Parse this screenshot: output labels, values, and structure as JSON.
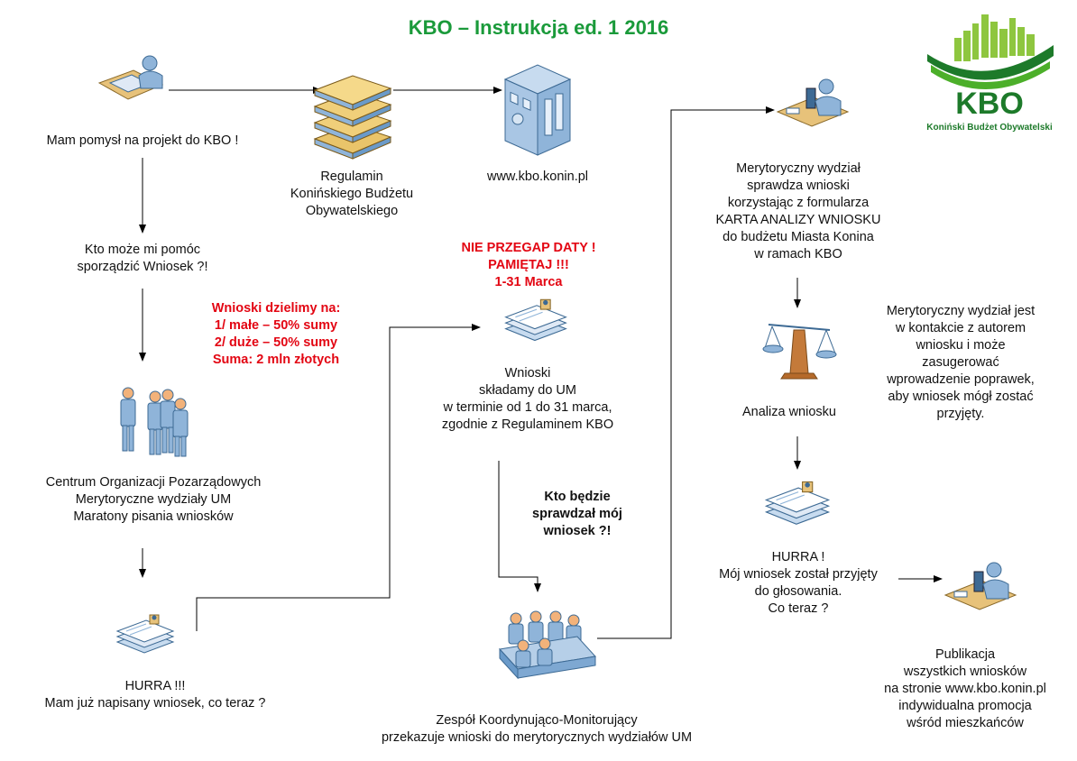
{
  "title": "KBO – Instrukcja ed. 1 2016",
  "logo": {
    "letters": "KBO",
    "subtitle": "Koniński Budżet Obywatelski",
    "colors": {
      "green": "#4caf2a",
      "dark_green": "#1d7a2a",
      "bars": "#8ec63f"
    }
  },
  "nodes": {
    "idea": {
      "lines": [
        "Mam pomysł na projekt do KBO !"
      ]
    },
    "regulamin": {
      "lines": [
        "Regulamin",
        "Konińskiego Budżetu",
        "Obywatelskiego"
      ]
    },
    "website": {
      "lines": [
        "www.kbo.konin.pl"
      ]
    },
    "help": {
      "lines": [
        "Kto może mi pomóc",
        "sporządzić Wniosek ?!"
      ]
    },
    "split": {
      "lines": [
        "Wnioski dzielimy na:",
        "1/ małe – 50% sumy",
        "2/ duże – 50% sumy",
        "Suma: 2 mln złotych"
      ]
    },
    "centers": {
      "lines": [
        "Centrum Organizacji Pozarządowych",
        "Merytoryczne wydziały UM",
        "Maratony pisania wniosków"
      ]
    },
    "written": {
      "lines": [
        "HURRA !!!",
        "Mam już napisany wniosek, co teraz ?"
      ]
    },
    "deadline": {
      "lines": [
        "NIE PRZEGAP DATY !",
        "PAMIĘTAJ !!!",
        "1-31 Marca"
      ]
    },
    "submit": {
      "lines": [
        "Wnioski",
        "składamy do UM",
        "w terminie od 1 do 31 marca,",
        "zgodnie z Regulaminem KBO"
      ]
    },
    "who_checks": {
      "lines": [
        "Kto będzie",
        "sprawdzał mój",
        "wniosek ?!"
      ]
    },
    "team": {
      "lines": [
        "Zespół Koordynująco-Monitorujący",
        "przekazuje wnioski do merytorycznych wydziałów UM"
      ]
    },
    "dept_check": {
      "lines": [
        "Merytoryczny wydział",
        "sprawdza wnioski",
        "korzystając z formularza",
        "KARTA ANALIZY WNIOSKU",
        "do budżetu Miasta Konina",
        "w ramach KBO"
      ]
    },
    "contact": {
      "lines": [
        "Merytoryczny wydział jest",
        "w kontakcie z autorem",
        "wniosku i może",
        "zasugerować",
        "wprowadzenie poprawek,",
        "aby wniosek mógł zostać",
        "przyjęty."
      ]
    },
    "analysis": {
      "lines": [
        "Analiza wniosku"
      ]
    },
    "accepted": {
      "lines": [
        "HURRA !",
        "Mój wniosek został przyjęty",
        "do głosowania.",
        "Co teraz ?"
      ]
    },
    "publication": {
      "lines": [
        "Publikacja",
        "wszystkich wniosków",
        "na stronie www.kbo.konin.pl",
        "indywidualna promocja",
        "wśród mieszkańców"
      ]
    }
  },
  "icons": {
    "idea": "person-at-computer-icon",
    "regulamin": "documents-stack-icon",
    "website": "building-icon",
    "centers": "people-group-icon",
    "written": "document-form-icon",
    "submit": "document-form-icon",
    "team": "meeting-table-icon",
    "dept_check": "person-at-computer-icon",
    "analysis": "scales-icon",
    "accepted": "document-form-icon",
    "publication": "person-at-computer-icon"
  },
  "colors": {
    "title": "#1a9a3a",
    "highlight": "#e30613",
    "icon_blue": "#8fb4d9",
    "icon_dark": "#3d6a94",
    "icon_tan": "#e7c27a"
  }
}
